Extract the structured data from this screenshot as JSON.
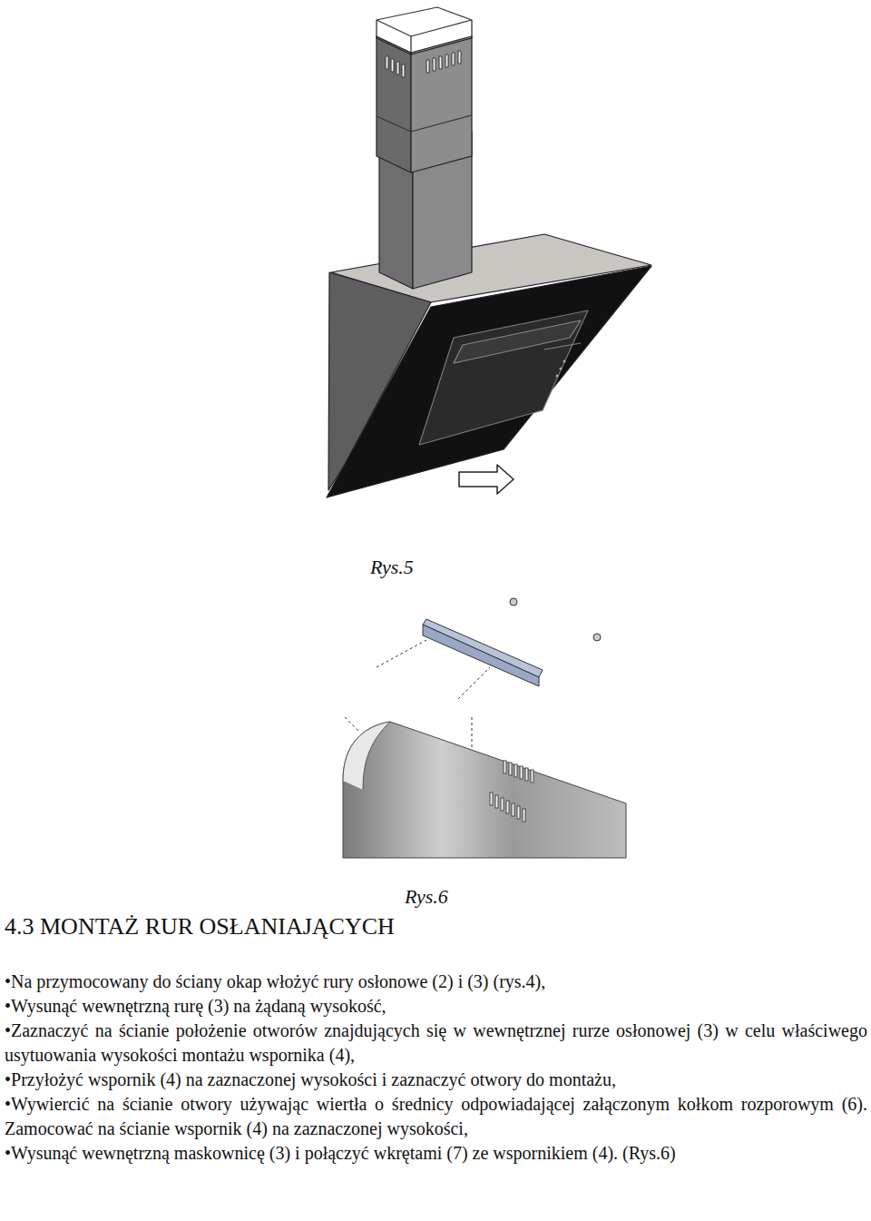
{
  "diagram": {
    "title": "4.3 MONTAŻ RUR OSŁANIAJĄCYCH",
    "labels": [
      "Rys.5",
      "Rys.6",
      "•Na przymocowany do ściany okap włożyć rury osłonowe (2) i (3) (rys.4),",
      "•Wysunąć wewnętrzną rurę (3) na żądaną wysokość,",
      "•Zaznaczyć na ścianie położenie otworów znajdujących się w wewnętrznej rurze osłonowej (3) w celu właściwego usytuowania wysokości montażu wspornika (4),",
      "•Przyłożyć wspornik (4) na zaznaczonej wysokości i zaznaczyć otwory do montażu,",
      "•Wywiercić na ścianie otwory używając wiertła o średnicy odpowiadającej załączonym kołkom rozporowym (6). Zamocować na ścianie wspornik (4) na zaznaczonej wysokości,",
      "•Wysunąć wewnętrzną maskownicę (3) i połączyć wkrętami (7) ze wspornikiem (4). (Rys.6)"
    ]
  }
}
